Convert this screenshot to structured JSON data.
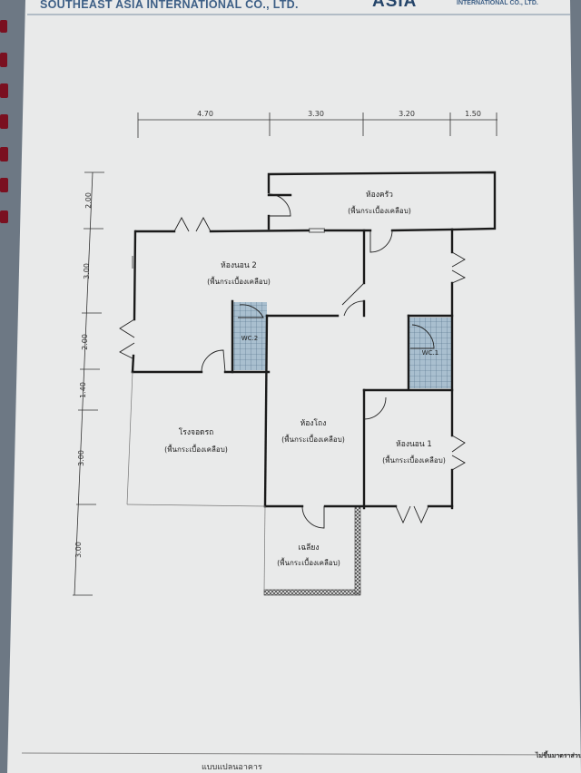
{
  "header": {
    "company": "SOUTHEAST ASIA INTERNATIONAL CO., LTD.",
    "logo_text": "ASIA",
    "right_text": "INTERNATIONAL CO., LTD."
  },
  "dimensions": {
    "top": [
      "4.70",
      "3.30",
      "3.20",
      "1.50"
    ],
    "left": [
      "2.00",
      "3.00",
      "2.00",
      "1.40",
      "3.00",
      "3.00"
    ]
  },
  "rooms": {
    "kitchen": {
      "name": "ห้องครัว",
      "floor": "(พื้นกระเบื้องเคลือบ)"
    },
    "bedroom2": {
      "name": "ห้องนอน 2",
      "floor": "(พื้นกระเบื้องเคลือบ)"
    },
    "wc2": {
      "name": "WC.2"
    },
    "wc1": {
      "name": "WC.1"
    },
    "garage": {
      "name": "โรงจอดรถ",
      "floor": "(พื้นกระเบื้องเคลือบ)"
    },
    "hall": {
      "name": "ห้องโถง",
      "floor": "(พื้นกระเบื้องเคลือบ)"
    },
    "bedroom1": {
      "name": "ห้องนอน 1",
      "floor": "(พื้นกระเบื้องเคลือบ)"
    },
    "porch": {
      "name": "เฉลียง",
      "floor": "(พื้นกระเบื้องเคลือบ)"
    }
  },
  "footer": {
    "left": "แบบแปลนอาคาร",
    "right": "ไม่ขึ้นมาตราส่วน"
  },
  "colors": {
    "paper": "#e9eaea",
    "wall": "#1a1a1a",
    "tile": "#9fb6c7",
    "header_blue": "#3d5f86"
  }
}
